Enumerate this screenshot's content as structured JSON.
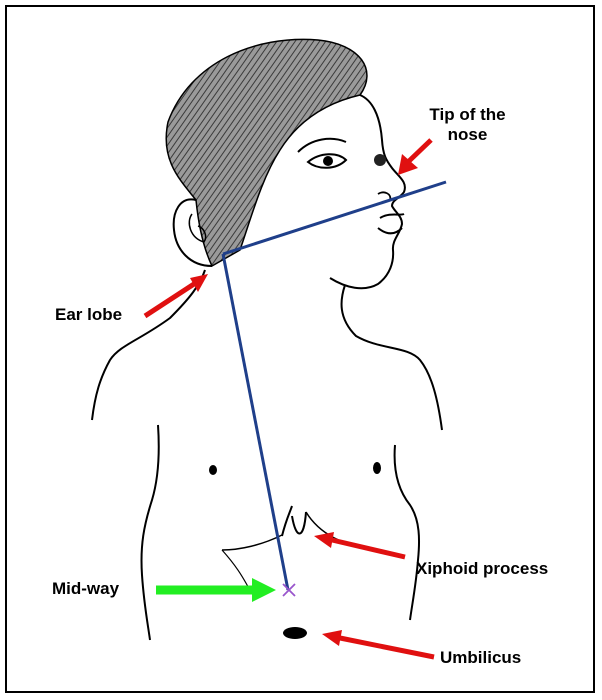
{
  "labels": {
    "tip_of_nose": "Tip of the nose",
    "ear_lobe": "Ear lobe",
    "xiphoid_process": "Xiphoid process",
    "mid_way": "Mid-way",
    "umbilicus": "Umbilicus"
  },
  "colors": {
    "measure_line": "#1f3f8a",
    "pointer_arrow": "#e01010",
    "midway_arrow": "#22ee22",
    "midpoint_mark": "#9955cc",
    "outline": "#000000"
  }
}
